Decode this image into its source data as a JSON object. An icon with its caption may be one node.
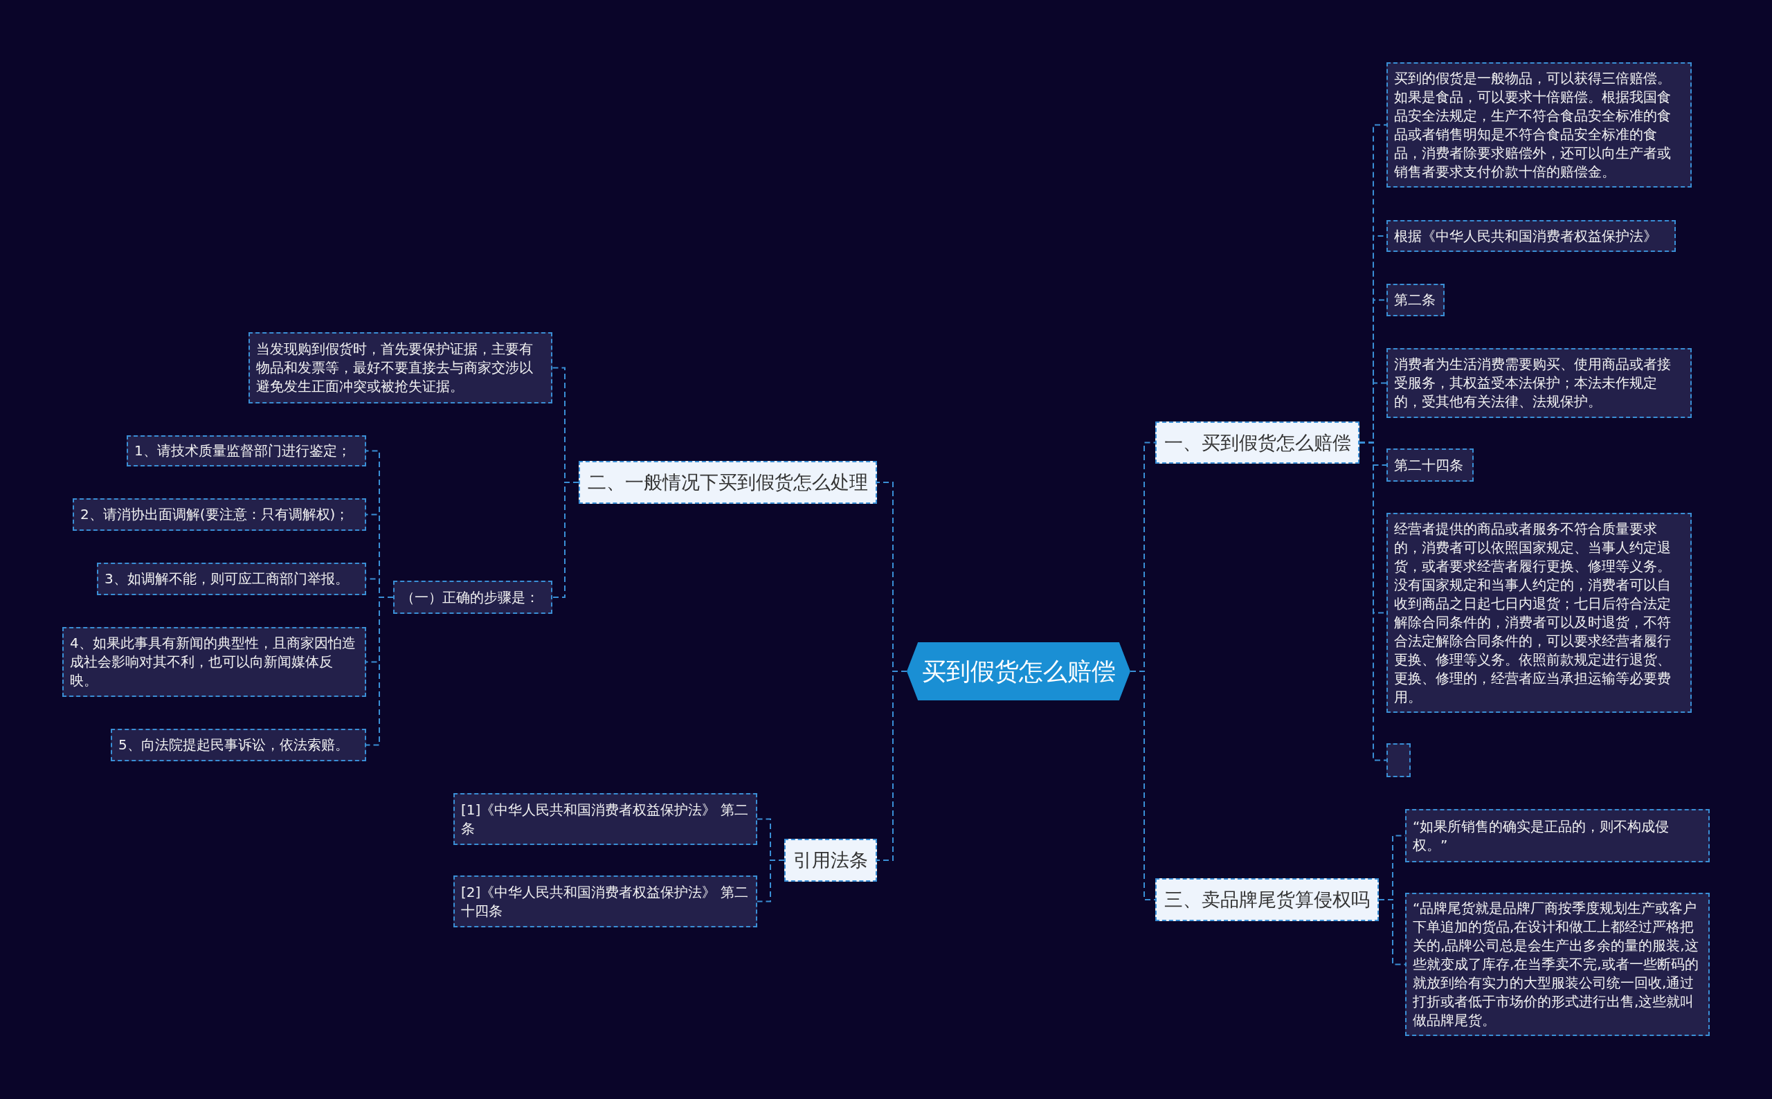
{
  "diagram": {
    "nodes": [
      {
        "text": [
          "买到假货怎么赔偿"
        ]
      },
      {
        "text": [
          "一、买到假货怎么赔偿"
        ]
      },
      {
        "text": [
          "买到的假货是一般物品，可以获得三倍赔偿。如果是食品，可以要求十倍赔偿。根据我国食品安全法规定，生产不符合食品安全标准的食品或者销售明知是不符合食品安全标准的食品，消费者除要求赔偿外，还可以向生产者或销售者要求支付价款十倍的赔偿金。"
        ]
      },
      {
        "text": [
          "根据《中华人民共和国消费者权益保护法》"
        ]
      },
      {
        "text": [
          "第二条"
        ]
      },
      {
        "text": [
          "消费者为生活消费需要购买、使用商品或者接受服务，其权益受本法保护；本法未作规定的，受其他有关法律、法规保护。"
        ]
      },
      {
        "text": [
          "第二十四条"
        ]
      },
      {
        "text": [
          "经营者提供的商品或者服务不符合质量要求的，消费者可以依照国家规定、当事人约定退货，或者要求经营者履行更换、修理等义务。没有国家规定和当事人约定的，消费者可以自收到商品之日起七日内退货；七日后符合法定解除合同条件的，消费者可以及时退货，不符合法定解除合同条件的，可以要求经营者履行更换、修理等义务。依照前款规定进行退货、更换、修理的，经营者应当承担运输等必要费用。"
        ]
      },
      {
        "text": [],
        "shape": "box"
      },
      {
        "text": [
          "三、卖品牌尾货算侵权吗"
        ]
      },
      {
        "text": [
          "“如果所销售的确实是正品的，则不构成侵权。”"
        ]
      },
      {
        "text": [
          "“品牌尾货就是品牌厂商按季度规划生产或客户下单追加的货品,在设计和做工上都经过严格把关的,品牌公司总是会生产出多余的量的服装,这些就变成了库存,在当季卖不完,或者一些断码的就放到给有实力的大型服装公司统一回收,通过打折或者低于市场价的形式进行出售,这些就叫做品牌尾货。"
        ]
      },
      {
        "text": [
          "二、一般情况下买到假货怎么处理"
        ]
      },
      {
        "text": [
          "当发现购到假货时，首先要保护证据，主要有物品和发票等，最好不要直接去与商家交涉以避免发生正面冲突或被抢失证据。"
        ]
      },
      {
        "text": [
          "（一）正确的步骤是："
        ]
      },
      {
        "text": [
          "1、请技术质量监督部门进行鉴定；"
        ]
      },
      {
        "text": [
          "2、请消协出面调解(要注意：只有调解权)；"
        ]
      },
      {
        "text": [
          "3、如调解不能，则可应工商部门举报。"
        ]
      },
      {
        "text": [
          "4、如果此事具有新闻的典型性，且商家因怕造成社会影响对其不利，也可以向新闻媒体反映。"
        ]
      },
      {
        "text": [
          "5、向法院提起民事诉讼，依法索赔。"
        ]
      },
      {
        "text": [
          "引用法条"
        ]
      },
      {
        "text": [
          "[1]《中华人民共和国消费者权益保护法》 第二条"
        ]
      },
      {
        "text": [
          "[2]《中华人民共和国消费者权益保护法》 第二十四条"
        ]
      }
    ],
    "edges": [
      {
        "from": 0,
        "to": 1,
        "arrow": "none"
      },
      {
        "from": 1,
        "to": 2,
        "arrow": "none"
      },
      {
        "from": 1,
        "to": 3,
        "arrow": "none"
      },
      {
        "from": 1,
        "to": 4,
        "arrow": "none"
      },
      {
        "from": 1,
        "to": 5,
        "arrow": "none"
      },
      {
        "from": 1,
        "to": 6,
        "arrow": "none"
      },
      {
        "from": 1,
        "to": 7,
        "arrow": "none"
      },
      {
        "from": 1,
        "to": 8,
        "arrow": "none"
      },
      {
        "from": 0,
        "to": 9,
        "arrow": "none"
      },
      {
        "from": 9,
        "to": 10,
        "arrow": "none"
      },
      {
        "from": 9,
        "to": 11,
        "arrow": "none"
      },
      {
        "from": 0,
        "to": 12,
        "arrow": "none"
      },
      {
        "from": 12,
        "to": 13,
        "arrow": "none"
      },
      {
        "from": 12,
        "to": 14,
        "arrow": "none"
      },
      {
        "from": 14,
        "to": 15,
        "arrow": "none"
      },
      {
        "from": 14,
        "to": 16,
        "arrow": "none"
      },
      {
        "from": 14,
        "to": 17,
        "arrow": "none"
      },
      {
        "from": 14,
        "to": 18,
        "arrow": "none"
      },
      {
        "from": 14,
        "to": 19,
        "arrow": "none"
      },
      {
        "from": 0,
        "to": 20,
        "arrow": "none"
      },
      {
        "from": 20,
        "to": 21,
        "arrow": "none"
      },
      {
        "from": 20,
        "to": 22,
        "arrow": "none"
      }
    ]
  }
}
